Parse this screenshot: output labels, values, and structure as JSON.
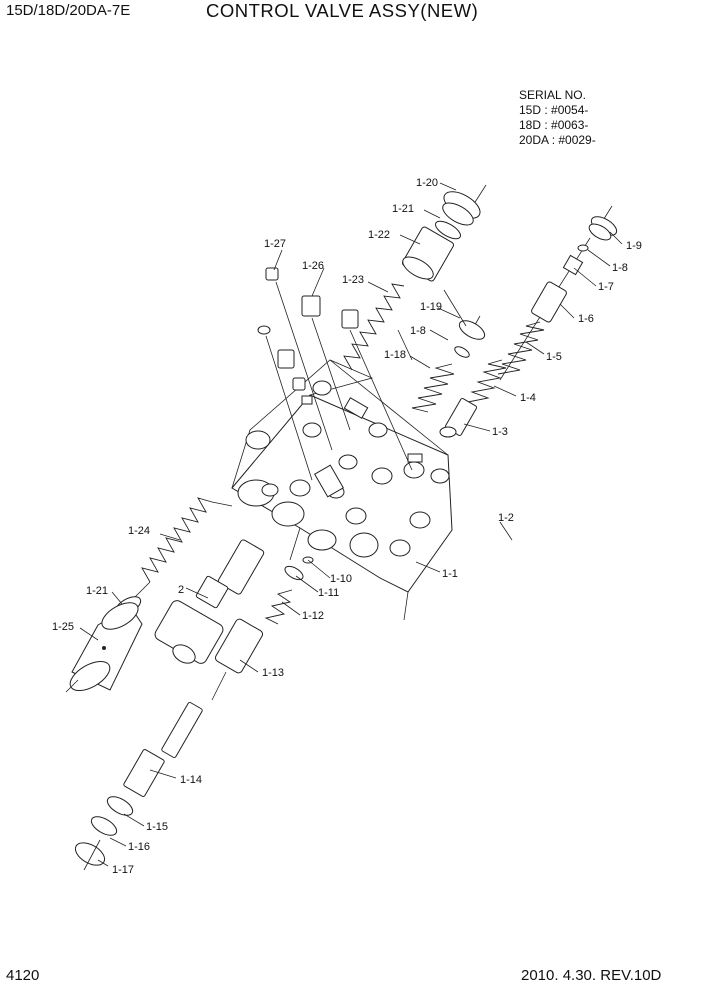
{
  "header": {
    "model": "15D/18D/20DA-7E",
    "title": "CONTROL VALVE ASSY(NEW)"
  },
  "serial_box": {
    "heading": "SERIAL NO.",
    "lines": [
      "15D : #0054-",
      "18D : #0063-",
      "20DA : #0029-"
    ]
  },
  "part_labels": {
    "p1_1": "1-1",
    "p1_2": "1-2",
    "p1_3": "1-3",
    "p1_4": "1-4",
    "p1_5": "1-5",
    "p1_6": "1-6",
    "p1_7": "1-7",
    "p1_8a": "1-8",
    "p1_8b": "1-8",
    "p1_9": "1-9",
    "p1_10": "1-10",
    "p1_11": "1-11",
    "p1_12": "1-12",
    "p1_13": "1-13",
    "p1_14": "1-14",
    "p1_15": "1-15",
    "p1_16": "1-16",
    "p1_17": "1-17",
    "p1_18": "1-18",
    "p1_19": "1-19",
    "p1_20": "1-20",
    "p1_21a": "1-21",
    "p1_21b": "1-21",
    "p1_22": "1-22",
    "p1_23": "1-23",
    "p1_24": "1-24",
    "p1_25": "1-25",
    "p1_26": "1-26",
    "p1_27": "1-27",
    "p2": "2"
  },
  "footer": {
    "page": "4120",
    "date_rev": "2010. 4.30.  REV.10D"
  }
}
